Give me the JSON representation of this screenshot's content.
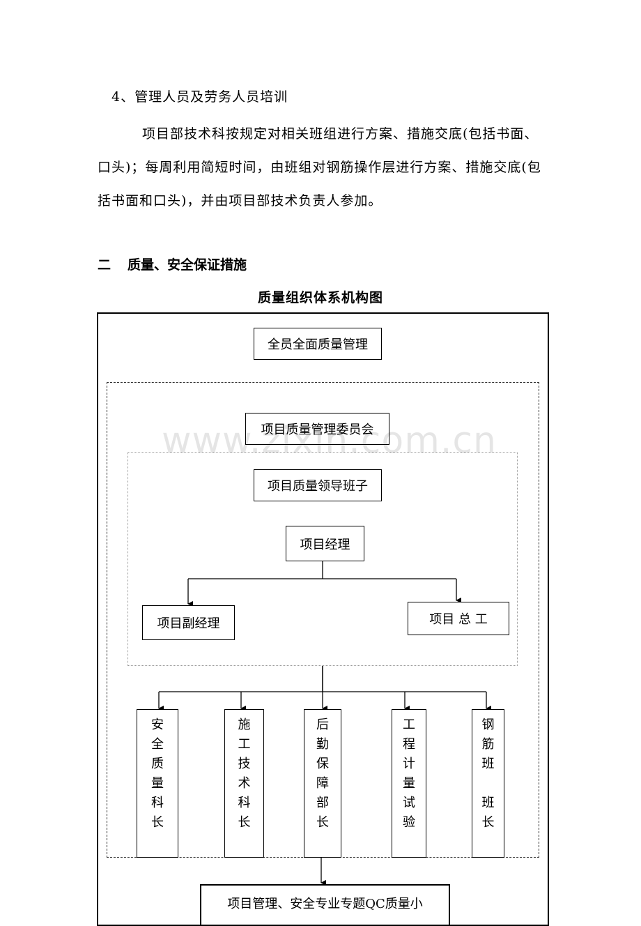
{
  "intro": {
    "heading": "4、管理人员及劳务人员培训",
    "body": "项目部技术科按规定对相关班组进行方案、措施交底(包括书面、口头)；每周利用简短时间，由班组对钢筋操作层进行方案、措施交底(包括书面和口头)，并由项目部技术负责人参加。"
  },
  "section": {
    "number": "二",
    "title": "质量、安全保证措施"
  },
  "chart": {
    "title": "质量组织体系机构图",
    "top": "全员全面质量管理",
    "committee": "项目质量管理委员会",
    "leadership": "项目质量领导班子",
    "manager": "项目经理",
    "deputy": "项目副经理",
    "chief_engineer": "项目 总 工",
    "departments": [
      [
        "安",
        "全",
        "质",
        "量",
        "科",
        "长"
      ],
      [
        "施",
        "工",
        "技",
        "术",
        "科",
        "长"
      ],
      [
        "后",
        "勤",
        "保",
        "障",
        "部",
        "长"
      ],
      [
        "工",
        "程",
        "计",
        "量",
        "试",
        "验"
      ],
      [
        "钢",
        "筋",
        "班",
        "",
        "班",
        "长"
      ]
    ],
    "qc_group": "项目管理、安全专业专题QC质量小"
  },
  "watermark": "www.zixin.com.cn"
}
